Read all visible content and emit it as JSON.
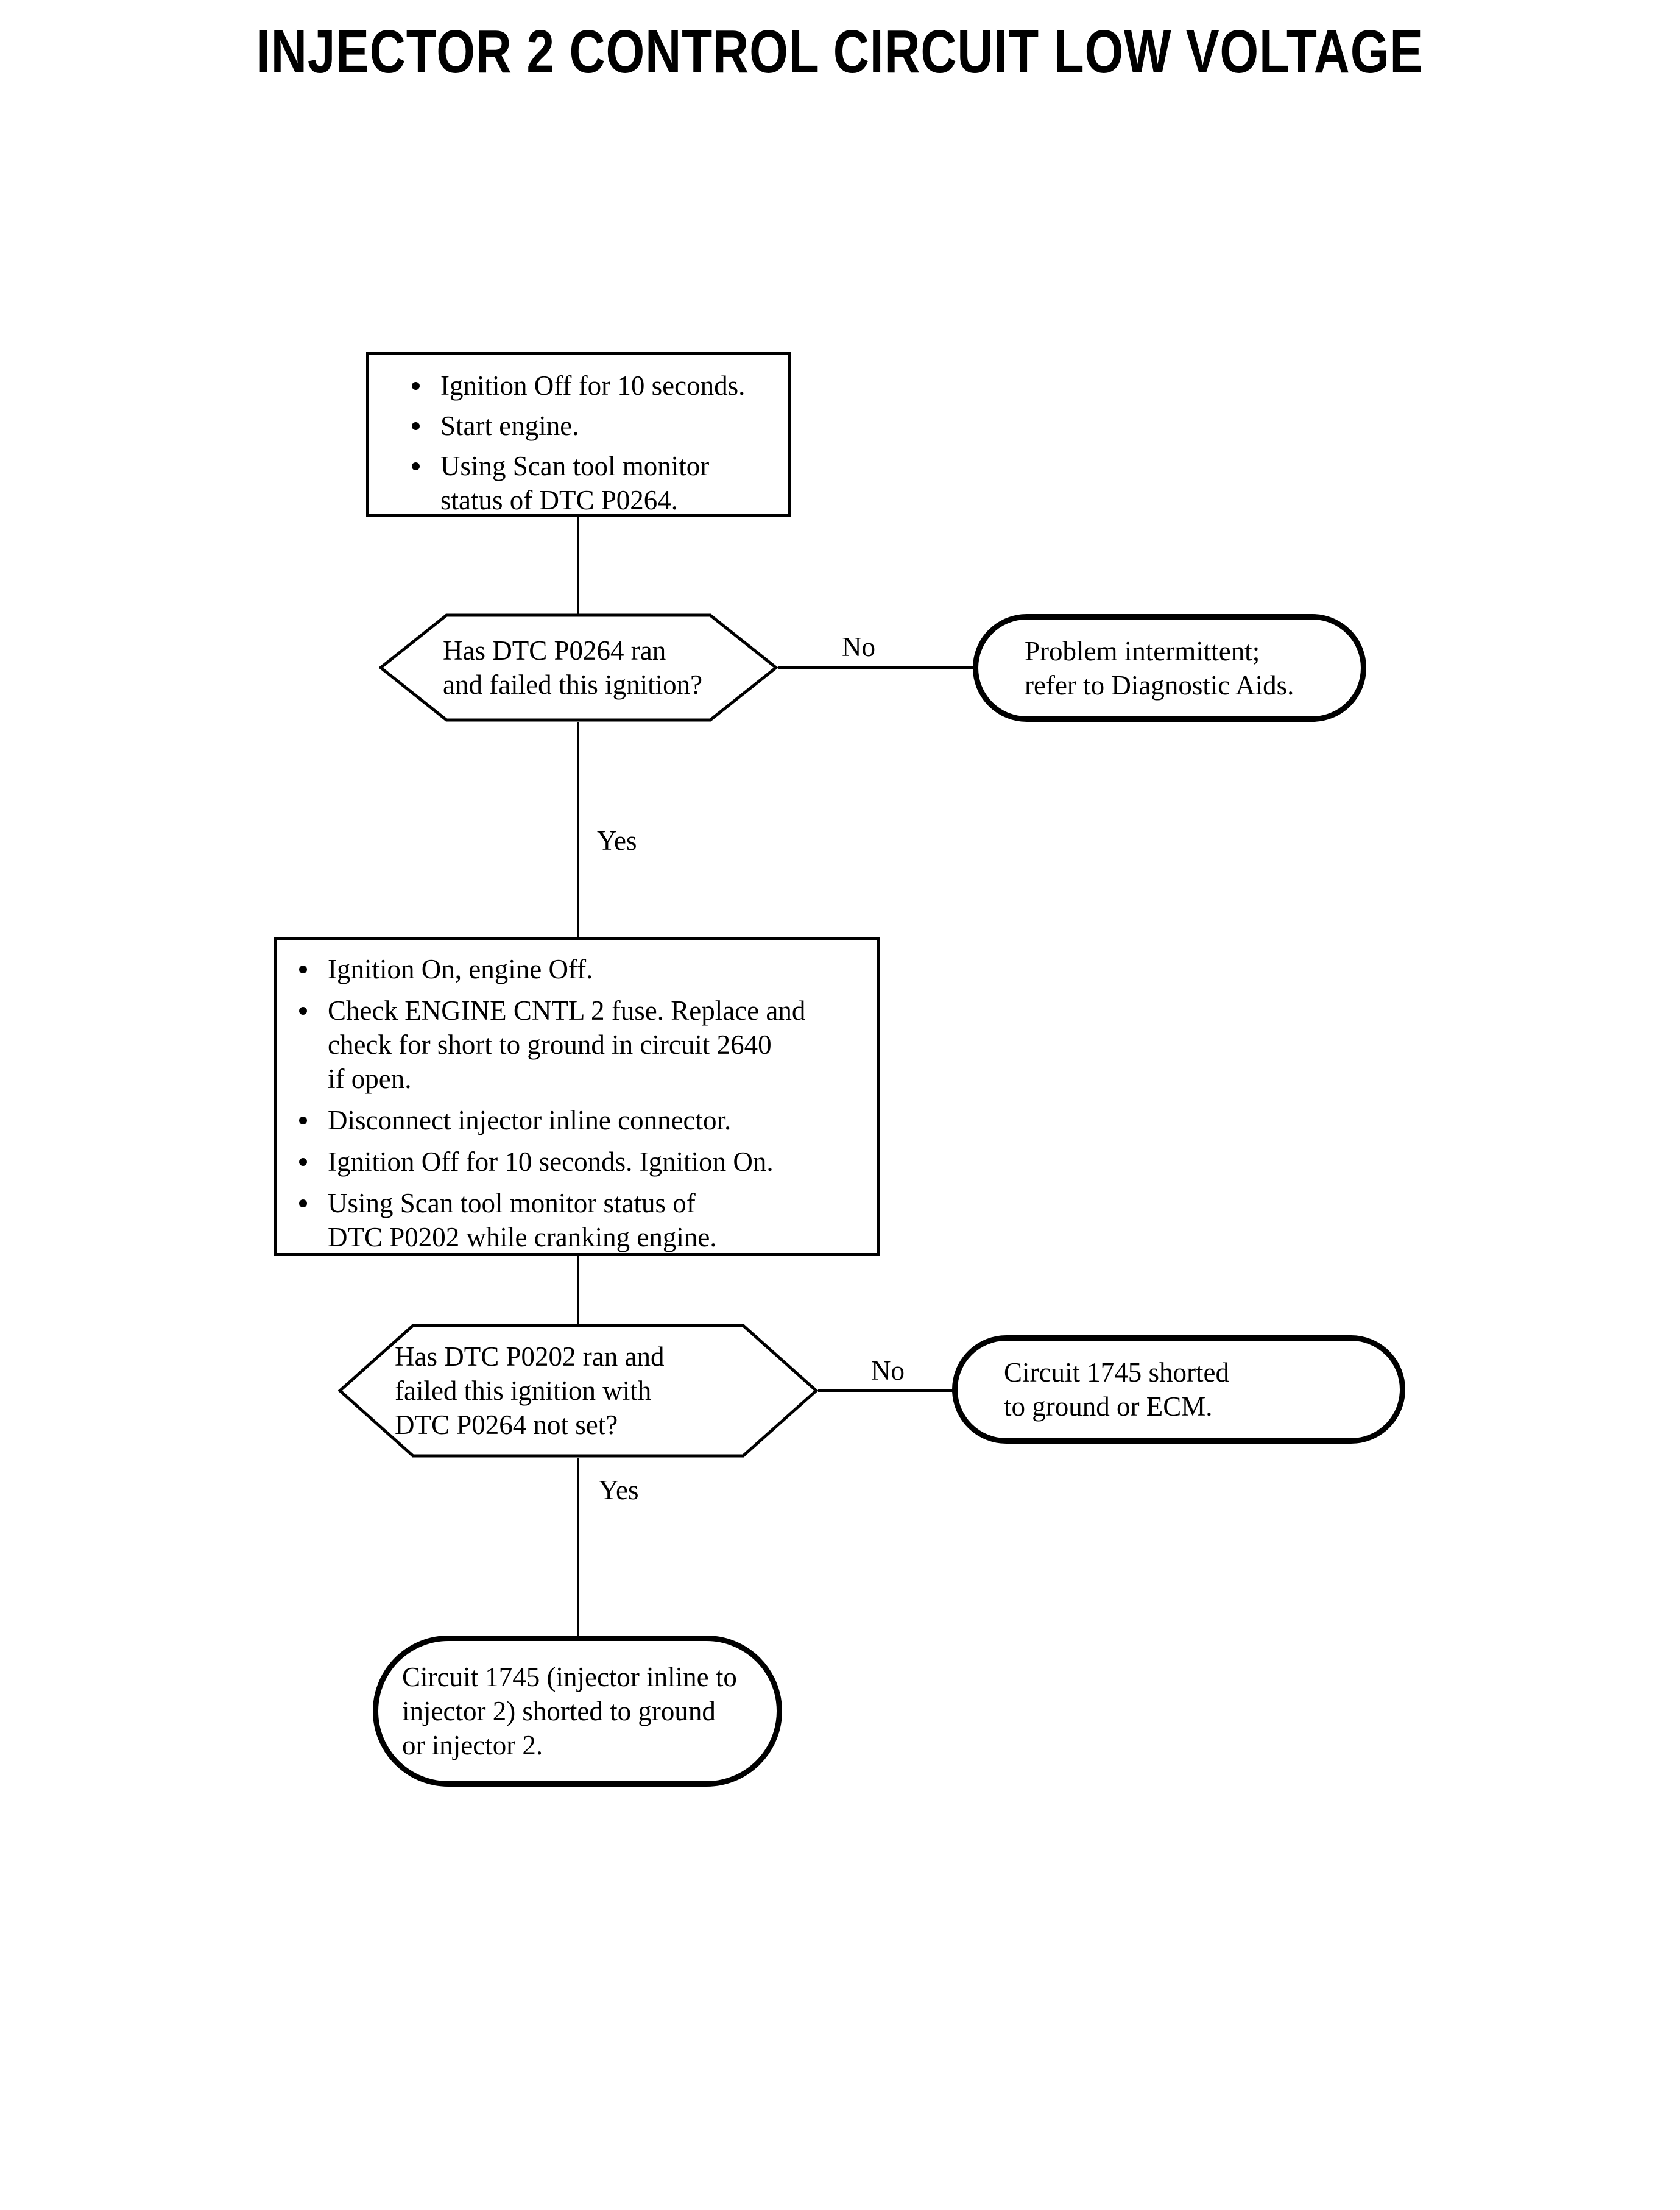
{
  "page": {
    "title": "INJECTOR 2 CONTROL CIRCUIT LOW VOLTAGE"
  },
  "colors": {
    "ink": "#000000",
    "paper": "#ffffff"
  },
  "icons": {
    "bullet": "filled-circle"
  },
  "flowchart": {
    "step1": {
      "bullets": [
        "Ignition Off for 10 seconds.",
        "Start engine.",
        [
          "Using Scan tool monitor",
          "status of DTC P0264."
        ]
      ]
    },
    "decision1": {
      "question": [
        "Has DTC P0264 ran",
        "and failed this ignition?"
      ],
      "no_label": "No",
      "yes_label": "Yes"
    },
    "terminal1": {
      "text": [
        "Problem intermittent;",
        "refer to Diagnostic Aids."
      ]
    },
    "step2": {
      "bullets": [
        "Ignition On, engine Off.",
        [
          "Check ENGINE CNTL 2 fuse. Replace and",
          "check for short to ground in circuit 2640",
          "if open."
        ],
        "Disconnect injector inline connector.",
        "Ignition Off for 10 seconds. Ignition On.",
        [
          "Using Scan tool monitor status of",
          "DTC P0202 while cranking engine."
        ]
      ]
    },
    "decision2": {
      "question": [
        "Has DTC P0202 ran and",
        "failed this ignition with",
        "DTC P0264 not set?"
      ],
      "no_label": "No",
      "yes_label": "Yes"
    },
    "terminal2": {
      "text": [
        "Circuit 1745 shorted",
        "to ground or ECM."
      ]
    },
    "terminal3": {
      "text": [
        "Circuit 1745 (injector inline to",
        "injector 2) shorted to ground",
        "or injector 2."
      ]
    }
  }
}
